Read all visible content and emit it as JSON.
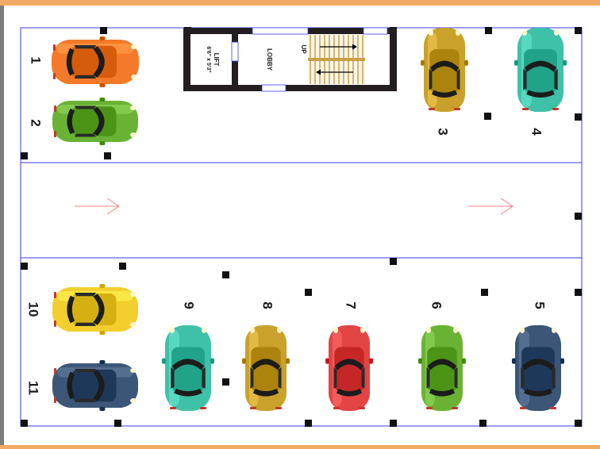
{
  "slots": [
    {
      "label": "1",
      "car": "orange"
    },
    {
      "label": "2",
      "car": "green"
    },
    {
      "label": "3",
      "car": "mustard"
    },
    {
      "label": "4",
      "car": "teal"
    },
    {
      "label": "5",
      "car": "navy"
    },
    {
      "label": "6",
      "car": "green"
    },
    {
      "label": "7",
      "car": "red"
    },
    {
      "label": "8",
      "car": "mustard"
    },
    {
      "label": "9",
      "car": "teal"
    },
    {
      "label": "10",
      "car": "yellow"
    },
    {
      "label": "11",
      "car": "navy"
    }
  ],
  "rooms": {
    "lift_label": "LIFT",
    "lift_size": "6'6\" x 5'3\"",
    "lobby_label": "LOBBY",
    "stair_label": "UP"
  },
  "colors": {
    "frame_top": "#f0aa63",
    "frame_left": "#7c7c7c",
    "lines": "#3b3bf0",
    "pillars": "#111111",
    "arrows": "#f08080",
    "stairs": "#c8a046",
    "orange": "#f47a2a",
    "green": "#6ab234",
    "mustard": "#c9a12b",
    "teal": "#3fc1a8",
    "navy": "#3c5678",
    "red": "#e34545",
    "yellow": "#f2cf2e"
  },
  "icons": [
    "car-icon",
    "direction-arrow-icon",
    "stair-arrow-icon"
  ]
}
